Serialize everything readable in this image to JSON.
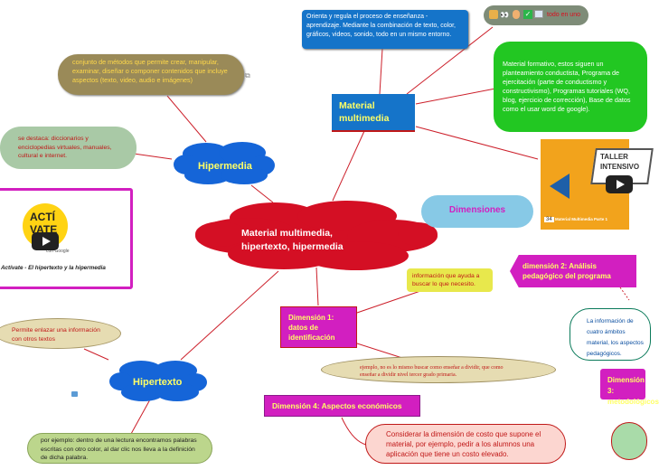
{
  "center": {
    "title": "Material multimedia, hipertexto, hipermedia"
  },
  "material_multimedia": {
    "title": "Material multimedia",
    "desc": "Orienta y regula el proceso de enseñanza - aprendizaje. Mediante la combinación de texto, color, gráficos, videos, sonido, todo en un mismo entorno.",
    "icons_label": "todo en uno",
    "formative": "Material formativo, estos siguen un planteamiento conductista, Programa de ejercitación (parte de conductismo y constructivismo), Programas tutoriales (WQ, blog, ejercicio de corrección), Base de datos como el usar word de google).",
    "thumbnail_title": "TALLER INTENSIVO",
    "thumbnail_caption": "Material Multimedia Parte 1",
    "thumbnail_number": "34"
  },
  "hipermedia": {
    "title": "Hipermedia",
    "desc": "conjunto de métodos que permite crear, manipular, examinar, diseñar o componer contenidos que incluye aspectos (texto, video, audio e imágenes)",
    "examples": "se destaca: diccionarios y enciclopedias virtuales, manuales, cultural e internet.",
    "video_title": "Actívate - El hipertexto y la hipermedia",
    "logo_line1": "ACTÍ",
    "logo_line2": "VATE",
    "logo_sub": "con Google"
  },
  "hipertexto": {
    "title": "Hipertexto",
    "desc": "Permite enlazar una información con otros textos",
    "example": "por ejemplo: dentro de una lectura encontramos palabras escritas con otro color, al dar clic nos lleva a la definición de dicha palabra."
  },
  "dimensiones": {
    "title": "Dimensiones",
    "dim1": "Dimensión 1: datos de identificación",
    "dim1_info": "información que ayuda a buscar lo que necesito.",
    "dim1_example": "ejemplo, no es lo mismo buscar como enseñar a dividir, que como enseñar a dividir nivel tercer grado primaria.",
    "dim2": "dimensión 2: Análisis pedagógico del programa",
    "dim2_info": "La información de cuatro ámbitos material, los aspectos pedagógicos.",
    "dim3": "Dimensión 3: metodológicos",
    "dim4": "Dimensión 4: Aspectos económicos",
    "dim4_info": "Considerar la dimensión de costo que supone el material, por ejemplo, pedir a los alumnos una aplicación que tiene un costo elevado."
  },
  "colors": {
    "cloud_red": "#d40f24",
    "cloud_blue": "#1565d8",
    "material_blue": "#1574c9",
    "green": "#22c722",
    "magenta": "#d21fc0"
  }
}
